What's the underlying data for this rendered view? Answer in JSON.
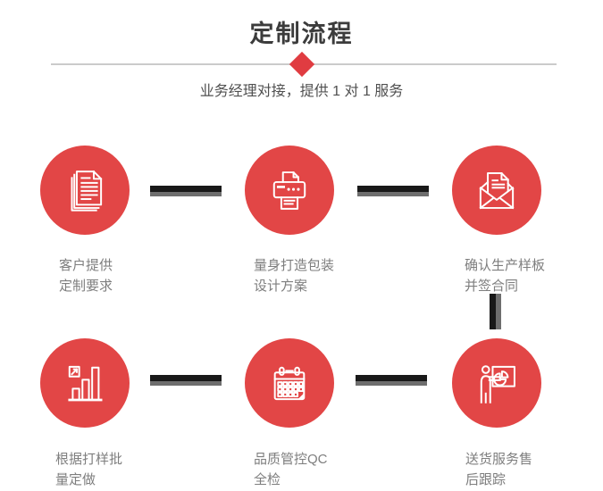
{
  "page": {
    "title": "定制流程",
    "subtitle": "业务经理对接，提供 1 对 1 服务"
  },
  "colors": {
    "circle_red": "#e24646",
    "diamond_red": "#e03c41",
    "connector_dark": "#191919",
    "connector_gray": "#6e6e6e",
    "divider_gray": "#cbcbcb",
    "title_gray": "#3c3c3c",
    "label_gray": "#7e7e7e"
  },
  "steps": [
    {
      "icon": "documents-icon",
      "line1": "客户提供",
      "line2": "定制要求"
    },
    {
      "icon": "printer-icon",
      "line1": "量身打造包装",
      "line2": "设计方案"
    },
    {
      "icon": "envelope-icon",
      "line1": "确认生产样板",
      "line2": "并签合同"
    },
    {
      "icon": "bar-chart-icon",
      "line1": "根据打样批",
      "line2": "量定做"
    },
    {
      "icon": "calendar-icon",
      "line1": "品质管控QC",
      "line2": "全检"
    },
    {
      "icon": "presenter-icon",
      "line1": "送货服务售",
      "line2": "后跟踪"
    }
  ]
}
